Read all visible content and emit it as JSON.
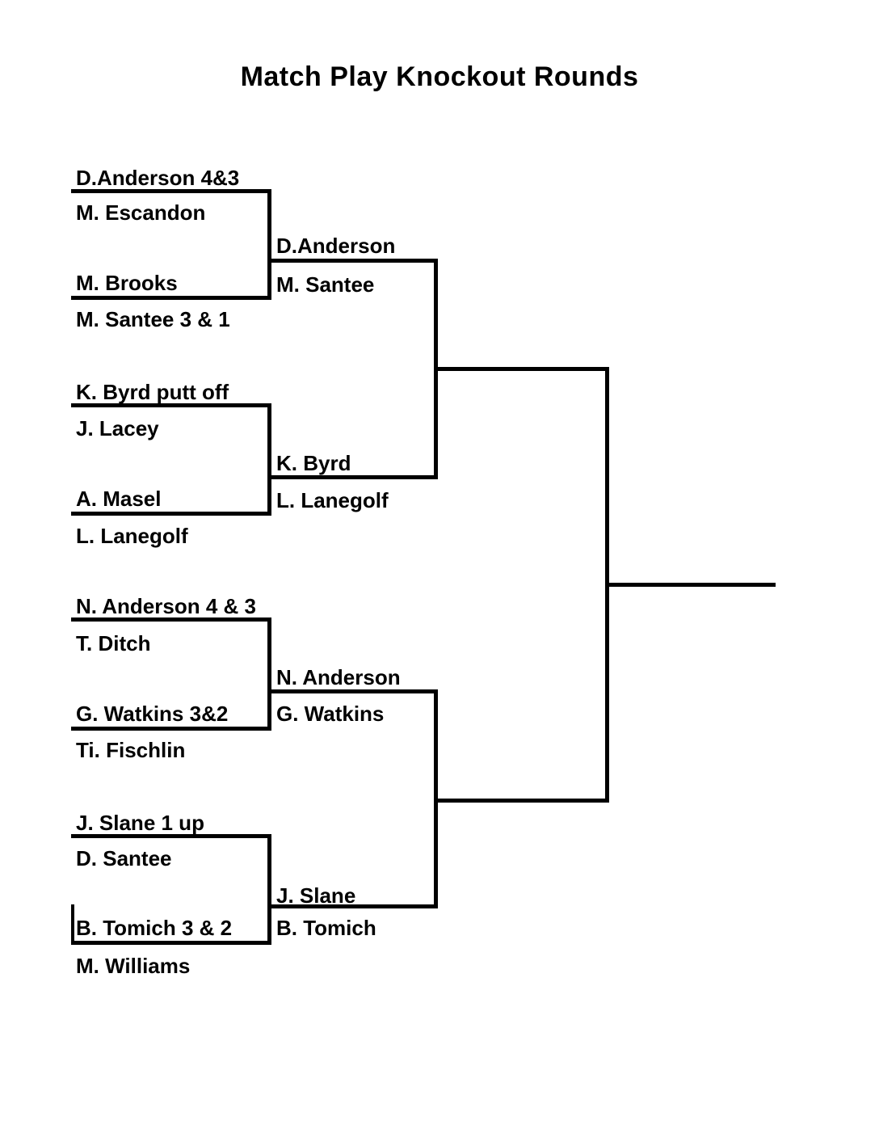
{
  "title": "Match Play Knockout Rounds",
  "bracket": {
    "round1": [
      {
        "slot1": "D.Anderson 4&3",
        "slot2": "M. Escandon"
      },
      {
        "slot1": "M. Brooks",
        "slot2": "M. Santee 3 & 1"
      },
      {
        "slot1": "K. Byrd putt off",
        "slot2": "J. Lacey"
      },
      {
        "slot1": "A. Masel",
        "slot2": "L. Lanegolf"
      },
      {
        "slot1": "N. Anderson 4 & 3",
        "slot2": "T. Ditch"
      },
      {
        "slot1": "G. Watkins 3&2",
        "slot2": "Ti. Fischlin"
      },
      {
        "slot1": "J. Slane 1 up",
        "slot2": "D. Santee"
      },
      {
        "slot1": "B. Tomich 3 & 2",
        "slot2": "M. Williams"
      }
    ],
    "round2": [
      {
        "slot1": "D.Anderson",
        "slot2": "M. Santee"
      },
      {
        "slot1": "K. Byrd",
        "slot2": "L. Lanegolf"
      },
      {
        "slot1": "N. Anderson",
        "slot2": "G. Watkins"
      },
      {
        "slot1": "J. Slane",
        "slot2": "B. Tomich"
      }
    ]
  },
  "colors": {
    "ink": "#000000",
    "background": "#ffffff"
  }
}
